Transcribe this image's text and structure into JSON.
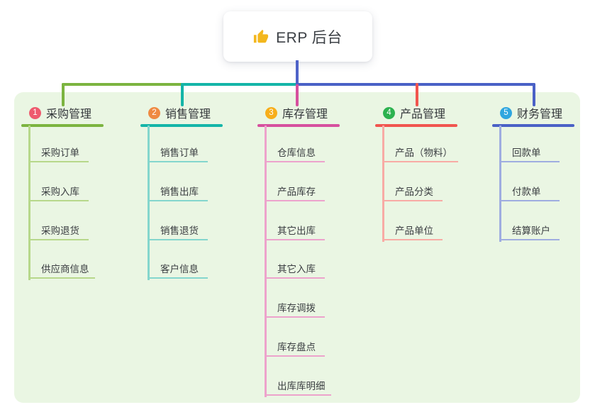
{
  "root": {
    "title": "ERP 后台",
    "icon": "thumbs-up-icon",
    "icon_color": "#f3b71e",
    "stem_color": "#4f63c8"
  },
  "panel": {
    "background": "#eaf6e3"
  },
  "branches": [
    {
      "index": "1",
      "title": "采购管理",
      "badge_color": "#ee5a6e",
      "line_color": "#7cb440",
      "child_line_color": "#b7d88b",
      "children": [
        "采购订单",
        "采购入库",
        "采购退货",
        "供应商信息"
      ]
    },
    {
      "index": "2",
      "title": "销售管理",
      "badge_color": "#ef8a42",
      "line_color": "#14b5a8",
      "child_line_color": "#84d6cd",
      "children": [
        "销售订单",
        "销售出库",
        "销售退货",
        "客户信息"
      ]
    },
    {
      "index": "3",
      "title": "库存管理",
      "badge_color": "#f7ae1b",
      "line_color": "#d6509e",
      "child_line_color": "#eda3cc",
      "children": [
        "仓库信息",
        "产品库存",
        "其它出库",
        "其它入库",
        "库存调拨",
        "库存盘点",
        "出库库明细"
      ]
    },
    {
      "index": "4",
      "title": "产品管理",
      "badge_color": "#2cb24f",
      "line_color": "#f1554f",
      "child_line_color": "#f8aba5",
      "children": [
        "产品（物料）",
        "产品分类",
        "产品单位"
      ]
    },
    {
      "index": "5",
      "title": "财务管理",
      "badge_color": "#2fa6df",
      "line_color": "#4a61c6",
      "child_line_color": "#9fade0",
      "children": [
        "回款单",
        "付款单",
        "结算账户"
      ]
    }
  ]
}
